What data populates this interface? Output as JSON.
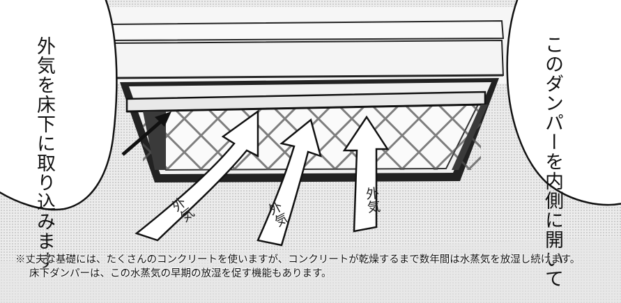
{
  "speech_bubbles": {
    "left": {
      "column_1": "外気を床下に",
      "column_2": "取り込みます"
    },
    "right": {
      "column_1": "このダンパーを",
      "column_2": "内側に開いて"
    }
  },
  "arrow_labels": [
    "外気",
    "外気",
    "外気"
  ],
  "footnote": {
    "line_1": "※丈夫な基礎には、たくさんのコンクリートを使いますが、コンクリートが乾燥するまで数年間は水蒸気を放湿し続けます。",
    "line_2": "床下ダンパーは、この水蒸気の早期の放湿を促す機能もあります。"
  },
  "colors": {
    "ink": "#111111",
    "paper": "#ffffff",
    "screentone": "#d8d8d8"
  }
}
